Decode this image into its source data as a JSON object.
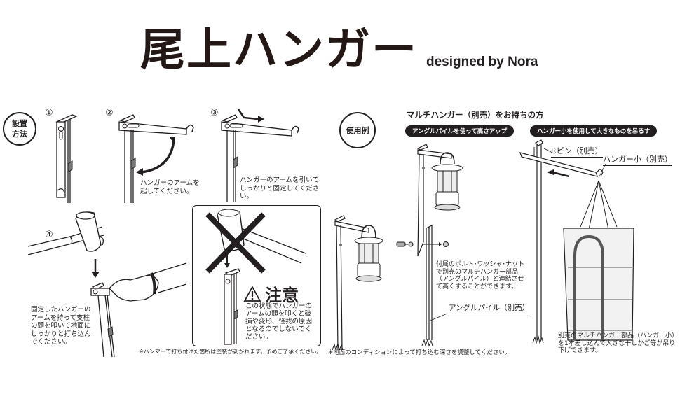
{
  "header": {
    "title": "尾上ハンガー",
    "subtitle": "designed by Nora"
  },
  "installation": {
    "badge": "設置\n方法",
    "steps": [
      {
        "num": "①",
        "text": ""
      },
      {
        "num": "②",
        "text": "ハンガーのアームを\n起してください。"
      },
      {
        "num": "③",
        "text": "ハンガーのアームを引いて\nしっかりと固定してくださ\nい。"
      },
      {
        "num": "④",
        "text": "固定したハンガーの\nアームを持って支柱\nの頭を叩いて地面に\nしっかりと打ち込ん\nでください。"
      }
    ],
    "caution": {
      "heading": "注意",
      "text": "この状態でハンガーの\nアームの頭を叩くと破\n損や変形、怪我の原因\nとなるのでしないでく\nださい。"
    },
    "footnote": "※ハンマーで打ち付けた箇所は塗装が剥がれます。予めご了承ください。"
  },
  "usage": {
    "badge": "使用例",
    "section_title": "マルチハンガー（別売）をお持ちの方",
    "tags": [
      "アングルパイルを使って高さアップ",
      "ハンガー小を使用して大きなものを吊るす"
    ],
    "extension_note": "付属のボルト･ワッシャ･ナット\nで別売のマルチハンガー部品\n（アングルパイル）と連結させ\nて高くすることができます。",
    "labels": {
      "angle_pile": "アングルパイル（別売）",
      "r_pin": "Rピン（別売）",
      "hanger_small": "ハンガー小（別売）"
    },
    "hanging_note": "別売のマルチハンガー部品（ハンガー小）\nを1本差し込んで大きな干しかご等が吊り\n下げできます。",
    "footnote": "※地面のコンディションによって打ち込む深さを調整してください。"
  },
  "colors": {
    "ink": "#231f20",
    "background": "#ffffff",
    "pill": "#231f20"
  }
}
